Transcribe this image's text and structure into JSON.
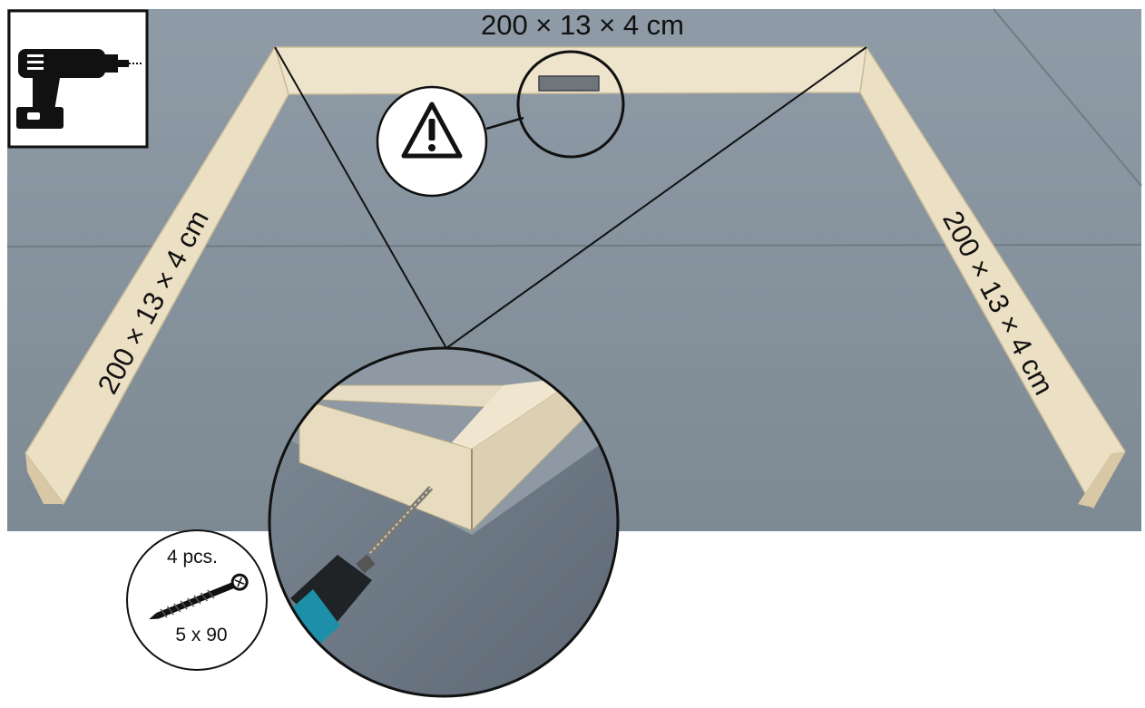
{
  "labels": {
    "top_board": "200 × 13 × 4 cm",
    "left_board": "200 × 13 × 4 cm",
    "right_board": "200 × 13 × 4 cm"
  },
  "screw_badge": {
    "quantity": "4 pcs.",
    "size": "5 x 90"
  },
  "icons": {
    "tool": "cordless-drill-icon",
    "warning": "warning-triangle-icon",
    "screw": "wood-screw-icon"
  },
  "colors": {
    "floor": "#8a96a0",
    "wood": "#eee4cc",
    "outline": "#111111"
  }
}
